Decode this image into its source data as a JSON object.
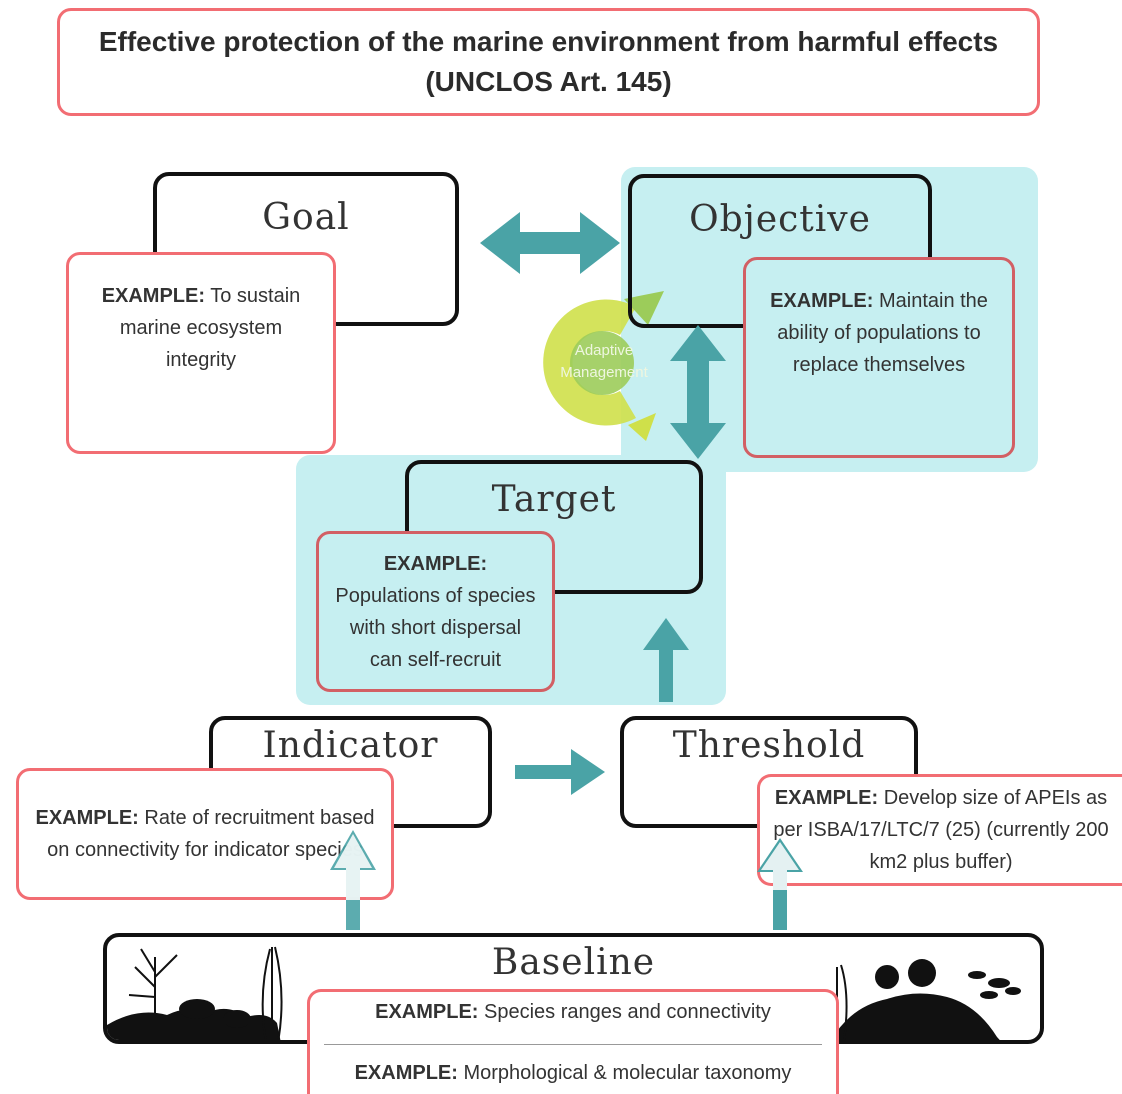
{
  "title": {
    "line1": "Effective protection of the marine environment from harmful effects",
    "line2": "(UNCLOS Art. 145)"
  },
  "goal": {
    "heading": "Goal",
    "example_label": "EXAMPLE:",
    "example_text": "To sustain marine ecosystem integrity"
  },
  "objective": {
    "heading": "Objective",
    "example_label": "EXAMPLE:",
    "example_text": "Maintain the ability of populations to replace themselves"
  },
  "adaptive": {
    "line1": "Adaptive",
    "line2": "Management"
  },
  "target": {
    "heading": "Target",
    "example_label": "EXAMPLE:",
    "example_text": "Populations of species with short dispersal can self-recruit"
  },
  "indicator": {
    "heading": "Indicator",
    "example_label": "EXAMPLE:",
    "example_text": "Rate of recruitment based on connectivity for indicator species"
  },
  "threshold": {
    "heading": "Threshold",
    "example_label": "EXAMPLE:",
    "example_text": "Develop size of APEIs as per ISBA/17/LTC/7 (25) (currently 200 km2 plus buffer)"
  },
  "baseline": {
    "heading": "Baseline",
    "example1_label": "EXAMPLE:",
    "example1_text": "Species ranges and connectivity",
    "example2_label": "EXAMPLE:",
    "example2_text": "Morphological & molecular taxonomy"
  },
  "colors": {
    "accent_red": "#f26d73",
    "teal_arrow": "#4aa3a6",
    "panel_cyan": "#c6eff1",
    "cycle_yellow": "#cfe04a",
    "cycle_green": "#9ccc5a"
  }
}
